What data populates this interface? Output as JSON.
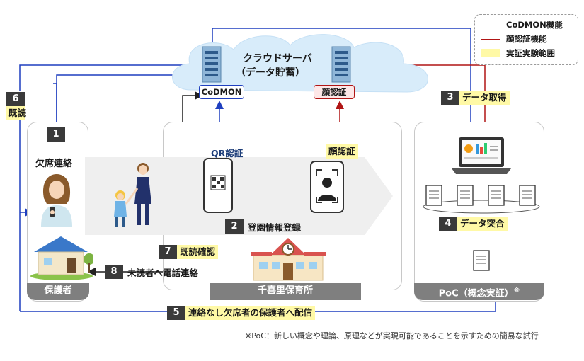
{
  "legend": {
    "codmon": {
      "label": "CoDMON機能",
      "color": "#1f3fbf"
    },
    "face": {
      "label": "顔認証機能",
      "color": "#b01515"
    },
    "scope": {
      "label": "実証実験範囲",
      "color": "#fff9a6"
    }
  },
  "cloud": {
    "title_line1": "クラウドサーバ",
    "title_line2": "（データ貯蓄）",
    "codmon_tag": "CoDMON",
    "face_tag": "顔認証"
  },
  "panels": {
    "guardian": "保護者",
    "nursery": "千喜里保育所",
    "poc": "PoC（概念実証）",
    "poc_mark": "※"
  },
  "labels": {
    "absence": "欠席連絡",
    "qr": "QR認証",
    "face_auth": "顔認証"
  },
  "steps": [
    {
      "num": "1",
      "text": ""
    },
    {
      "num": "2",
      "text": "登園情報登録"
    },
    {
      "num": "3",
      "text": "データ取得"
    },
    {
      "num": "4",
      "text": "データ突合"
    },
    {
      "num": "5",
      "text": "連絡なし欠席者の保護者へ配信"
    },
    {
      "num": "6",
      "text": "既読"
    },
    {
      "num": "7",
      "text": "既読確認"
    },
    {
      "num": "8",
      "text": "未読者へ電話連絡"
    }
  ],
  "footnote": "※PoC：新しい概念や理論、原理などが実現可能であることを示すための簡易な試行"
}
